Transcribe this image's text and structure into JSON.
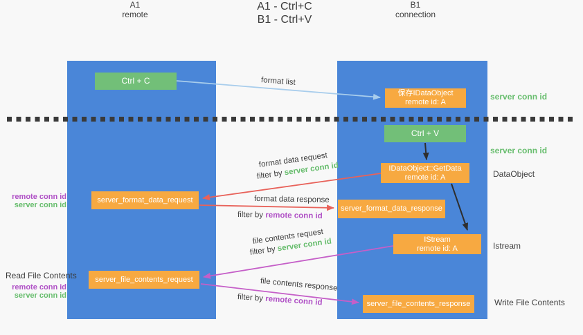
{
  "title": {
    "line1": "A1 - Ctrl+C",
    "line2": "B1 - Ctrl+V"
  },
  "lanes": {
    "left": {
      "name": "A1",
      "role": "remote"
    },
    "right": {
      "name": "B1",
      "role": "connection"
    }
  },
  "nodes": {
    "ctrl_c": "Ctrl + C",
    "ctrl_v": "Ctrl + V",
    "save_idataobject": {
      "title": "保存IDataObject",
      "subtitle": "remote id: A"
    },
    "getdata": {
      "title": "IDataObject::GetData",
      "subtitle": "remote id: A"
    },
    "istream": {
      "title": "IStream",
      "subtitle": "remote id: A"
    },
    "server_format_data_request": "server_format_data_request",
    "server_format_data_response": "server_format_data_response",
    "server_file_contents_request": "server_file_contents_request",
    "server_file_contents_response": "server_file_contents_response"
  },
  "arrow_labels": {
    "format_list": "format list",
    "format_data_request": "format data request",
    "format_data_response": "format data response",
    "file_contents_request": "file contents request",
    "file_contents_response": "file contents response",
    "filter_by": "filter by"
  },
  "side_labels": {
    "server_conn_id": "server conn id",
    "remote_conn_id": "remote conn id",
    "dataobject": "DataObject",
    "istream": "Istream",
    "read_file_contents": "Read File Contents",
    "write_file_contents": "Write File Contents"
  },
  "colors": {
    "lane_blue": "#4a86d8",
    "green_box": "#72bf78",
    "orange_box": "#f7a941",
    "red_arrow": "#e8625a",
    "magenta_arrow": "#c55fc8",
    "light_blue_arrow": "#a8cdec",
    "black_arrow": "#2e2e2e",
    "green_text": "#67bd6d",
    "purple_text": "#b051c6"
  }
}
